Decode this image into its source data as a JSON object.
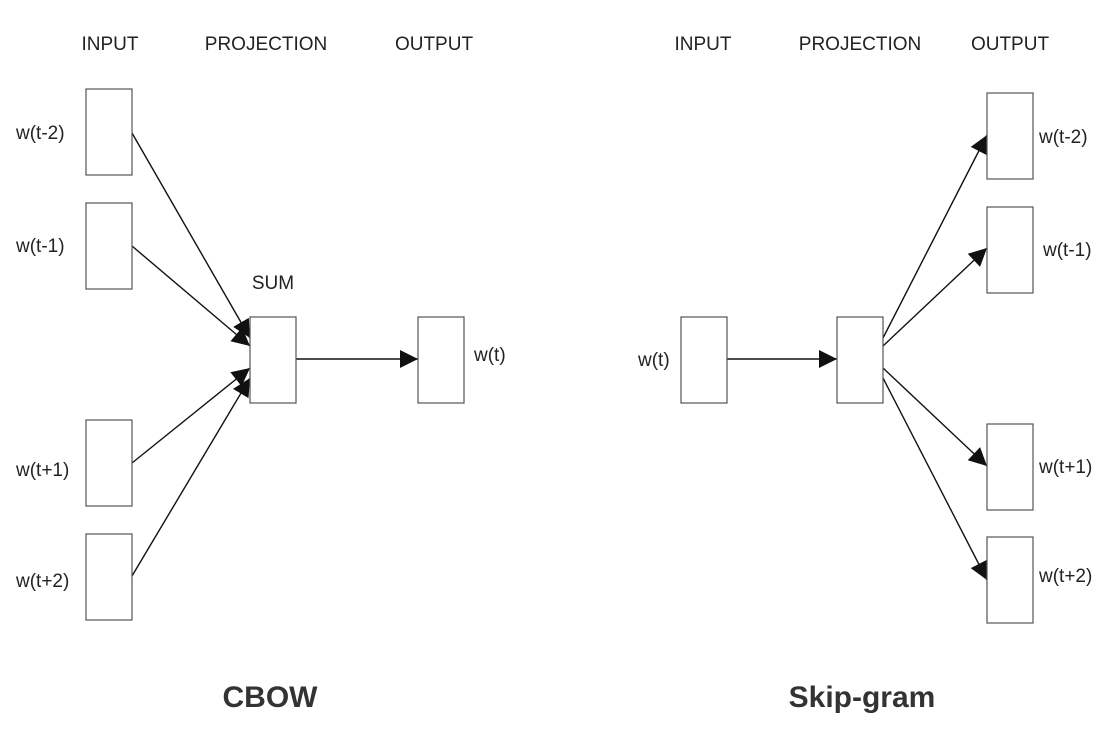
{
  "cbow": {
    "title": "CBOW",
    "headers": {
      "input": "INPUT",
      "projection": "PROJECTION",
      "output": "OUTPUT"
    },
    "inputs": [
      "w(t-2)",
      "w(t-1)",
      "w(t+1)",
      "w(t+2)"
    ],
    "projection_label": "SUM",
    "output": "w(t)"
  },
  "skipgram": {
    "title": "Skip-gram",
    "headers": {
      "input": "INPUT",
      "projection": "PROJECTION",
      "output": "OUTPUT"
    },
    "input": "w(t)",
    "outputs": [
      "w(t-2)",
      "w(t-1)",
      "w(t+1)",
      "w(t+2)"
    ]
  }
}
